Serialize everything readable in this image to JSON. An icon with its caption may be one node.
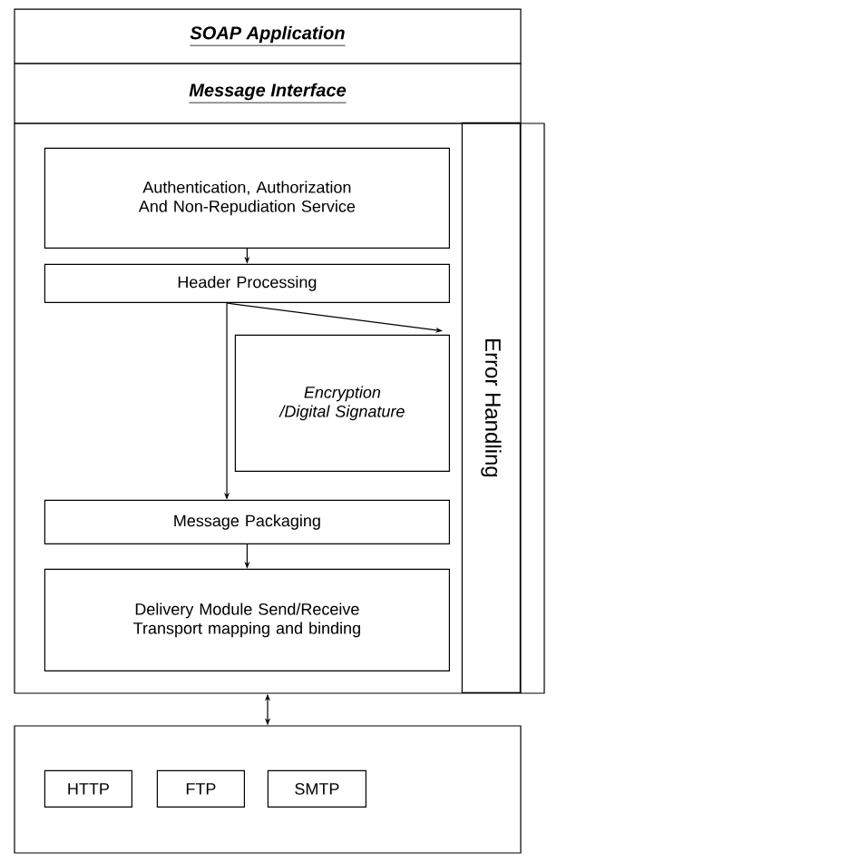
{
  "diagram": {
    "nodes": [
      {
        "text": [
          "SOAP Application"
        ]
      },
      {
        "text": [
          "Message Interface"
        ]
      },
      {
        "text": [],
        "shape": "box"
      },
      {
        "text": [
          "Authentication, Authorization And Non-Repudiation Service"
        ],
        "in": 2
      },
      {
        "text": [
          "Header Processing"
        ],
        "in": 2
      },
      {
        "text": [
          "Encryption /Digital Signature"
        ],
        "in": 2
      },
      {
        "text": [
          "Message Packaging"
        ],
        "in": 2
      },
      {
        "text": [
          "Delivery Module Send/Receive Transport mapping and binding"
        ],
        "in": 2
      },
      {
        "text": [
          "Error Handling"
        ],
        "in": 2
      },
      {
        "text": [],
        "shape": "box"
      },
      {
        "text": [
          "HTTP"
        ],
        "in": 9
      },
      {
        "text": [
          "FTP"
        ],
        "in": 9
      },
      {
        "text": [
          "SMTP"
        ],
        "in": 9
      }
    ],
    "edges": [
      {
        "from": 3,
        "to": 4,
        "arrow": "to"
      },
      {
        "from": 4,
        "to": 5,
        "arrow": "to"
      },
      {
        "from": 4,
        "to": 6,
        "arrow": "to"
      },
      {
        "from": 6,
        "to": 7,
        "arrow": "to"
      },
      {
        "from": 2,
        "to": 9,
        "arrow": "both"
      }
    ]
  }
}
